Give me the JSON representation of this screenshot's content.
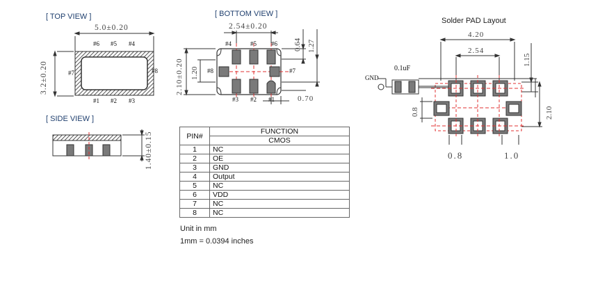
{
  "top_view": {
    "title": "[ TOP VIEW ]",
    "width_dim": "5.0±0.20",
    "height_dim": "3.2±0.20",
    "pins_top": [
      "#6",
      "#5",
      "#4"
    ],
    "pins_bottom": [
      "#1",
      "#2",
      "#3"
    ],
    "pin_left": "#7",
    "pin_right": "#8"
  },
  "bottom_view": {
    "title": "[ BOTTOM VIEW ]",
    "pitch_dim": "2.54±0.20",
    "pad_dim_top": "0.64",
    "span_dim": "1.27",
    "height_dim": "2.10±0.20",
    "inner_dim": "1.20",
    "pad_w_dim": "0.70",
    "pins_top": [
      "#4",
      "#5",
      "#6"
    ],
    "pins_bottom": [
      "#3",
      "#2",
      "#1"
    ],
    "pin_left": "#8",
    "pin_right": "#7"
  },
  "side_view": {
    "title": "[ SIDE VIEW ]",
    "height_dim": "1.40±0.15"
  },
  "solder_pad": {
    "title": "Solder PAD Layout",
    "dim_outer": "4.20",
    "dim_inner": "2.54",
    "dim_right_top": "1.15",
    "dim_right": "2.10",
    "dim_left": "0.8",
    "dim_bottom_left": "0.8",
    "dim_bottom_right": "1.0",
    "cap_label": "0.1uF",
    "gnd_label": "GND"
  },
  "pin_table": {
    "header_pin": "PIN#",
    "header_function": "FUNCTION",
    "header_sub": "CMOS",
    "rows": [
      {
        "pin": "1",
        "function": "NC"
      },
      {
        "pin": "2",
        "function": "OE"
      },
      {
        "pin": "3",
        "function": "GND"
      },
      {
        "pin": "4",
        "function": "Output"
      },
      {
        "pin": "5",
        "function": "NC"
      },
      {
        "pin": "6",
        "function": "VDD"
      },
      {
        "pin": "7",
        "function": "NC"
      },
      {
        "pin": "8",
        "function": "NC"
      }
    ]
  },
  "notes": {
    "unit": "Unit in mm",
    "conversion": "1mm = 0.0394 inches"
  },
  "colors": {
    "line": "#333333",
    "accent_red": "#e03030",
    "pad_fill": "#7a7a7a",
    "title_blue": "#1f3f6e"
  }
}
